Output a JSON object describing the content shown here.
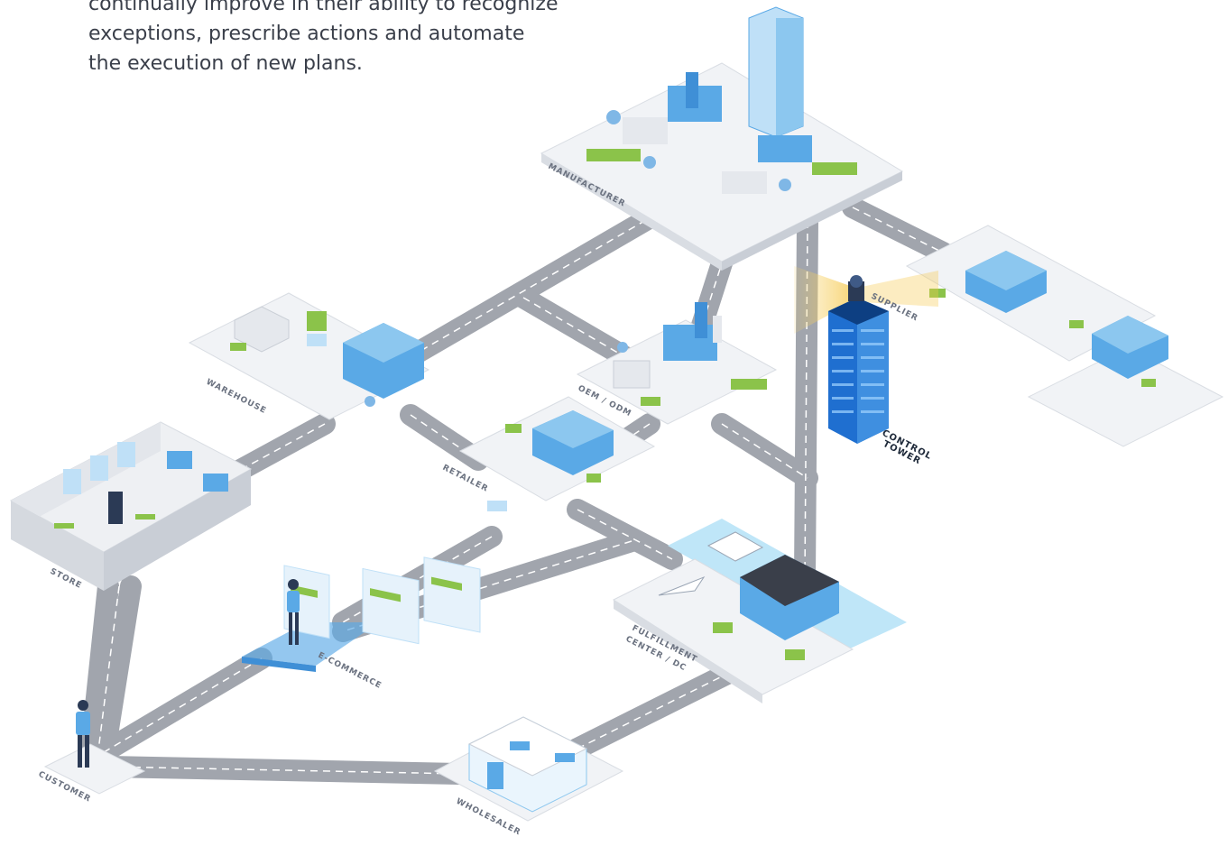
{
  "intro": {
    "line1": "continually improve in their ability to recognize",
    "line2": "exceptions, prescribe actions and automate",
    "line3": "the execution of new plans."
  },
  "labels": {
    "manufacturer": "MANUFACTURER",
    "supplier": "SUPPLIER",
    "control_tower_1": "CONTROL",
    "control_tower_2": "TOWER",
    "warehouse": "WAREHOUSE",
    "oem_odm": "OEM / ODM",
    "retailer": "RETAILER",
    "store": "STORE",
    "ecommerce": "E-COMMERCE",
    "fulfillment_1": "FULFILLMENT",
    "fulfillment_2": "CENTER / DC",
    "customer": "CUSTOMER",
    "wholesaler": "WHOLESALER"
  },
  "colors": {
    "road": "#9a9ea6",
    "road_line": "#ffffff",
    "platform": "#f1f3f6",
    "platform_edge": "#d9dde3",
    "building_blue": "#5aa9e6",
    "building_light": "#bfe0f7",
    "accent_green": "#8bc34a",
    "beam": "#f5c84c",
    "water": "#bfe6f8"
  }
}
